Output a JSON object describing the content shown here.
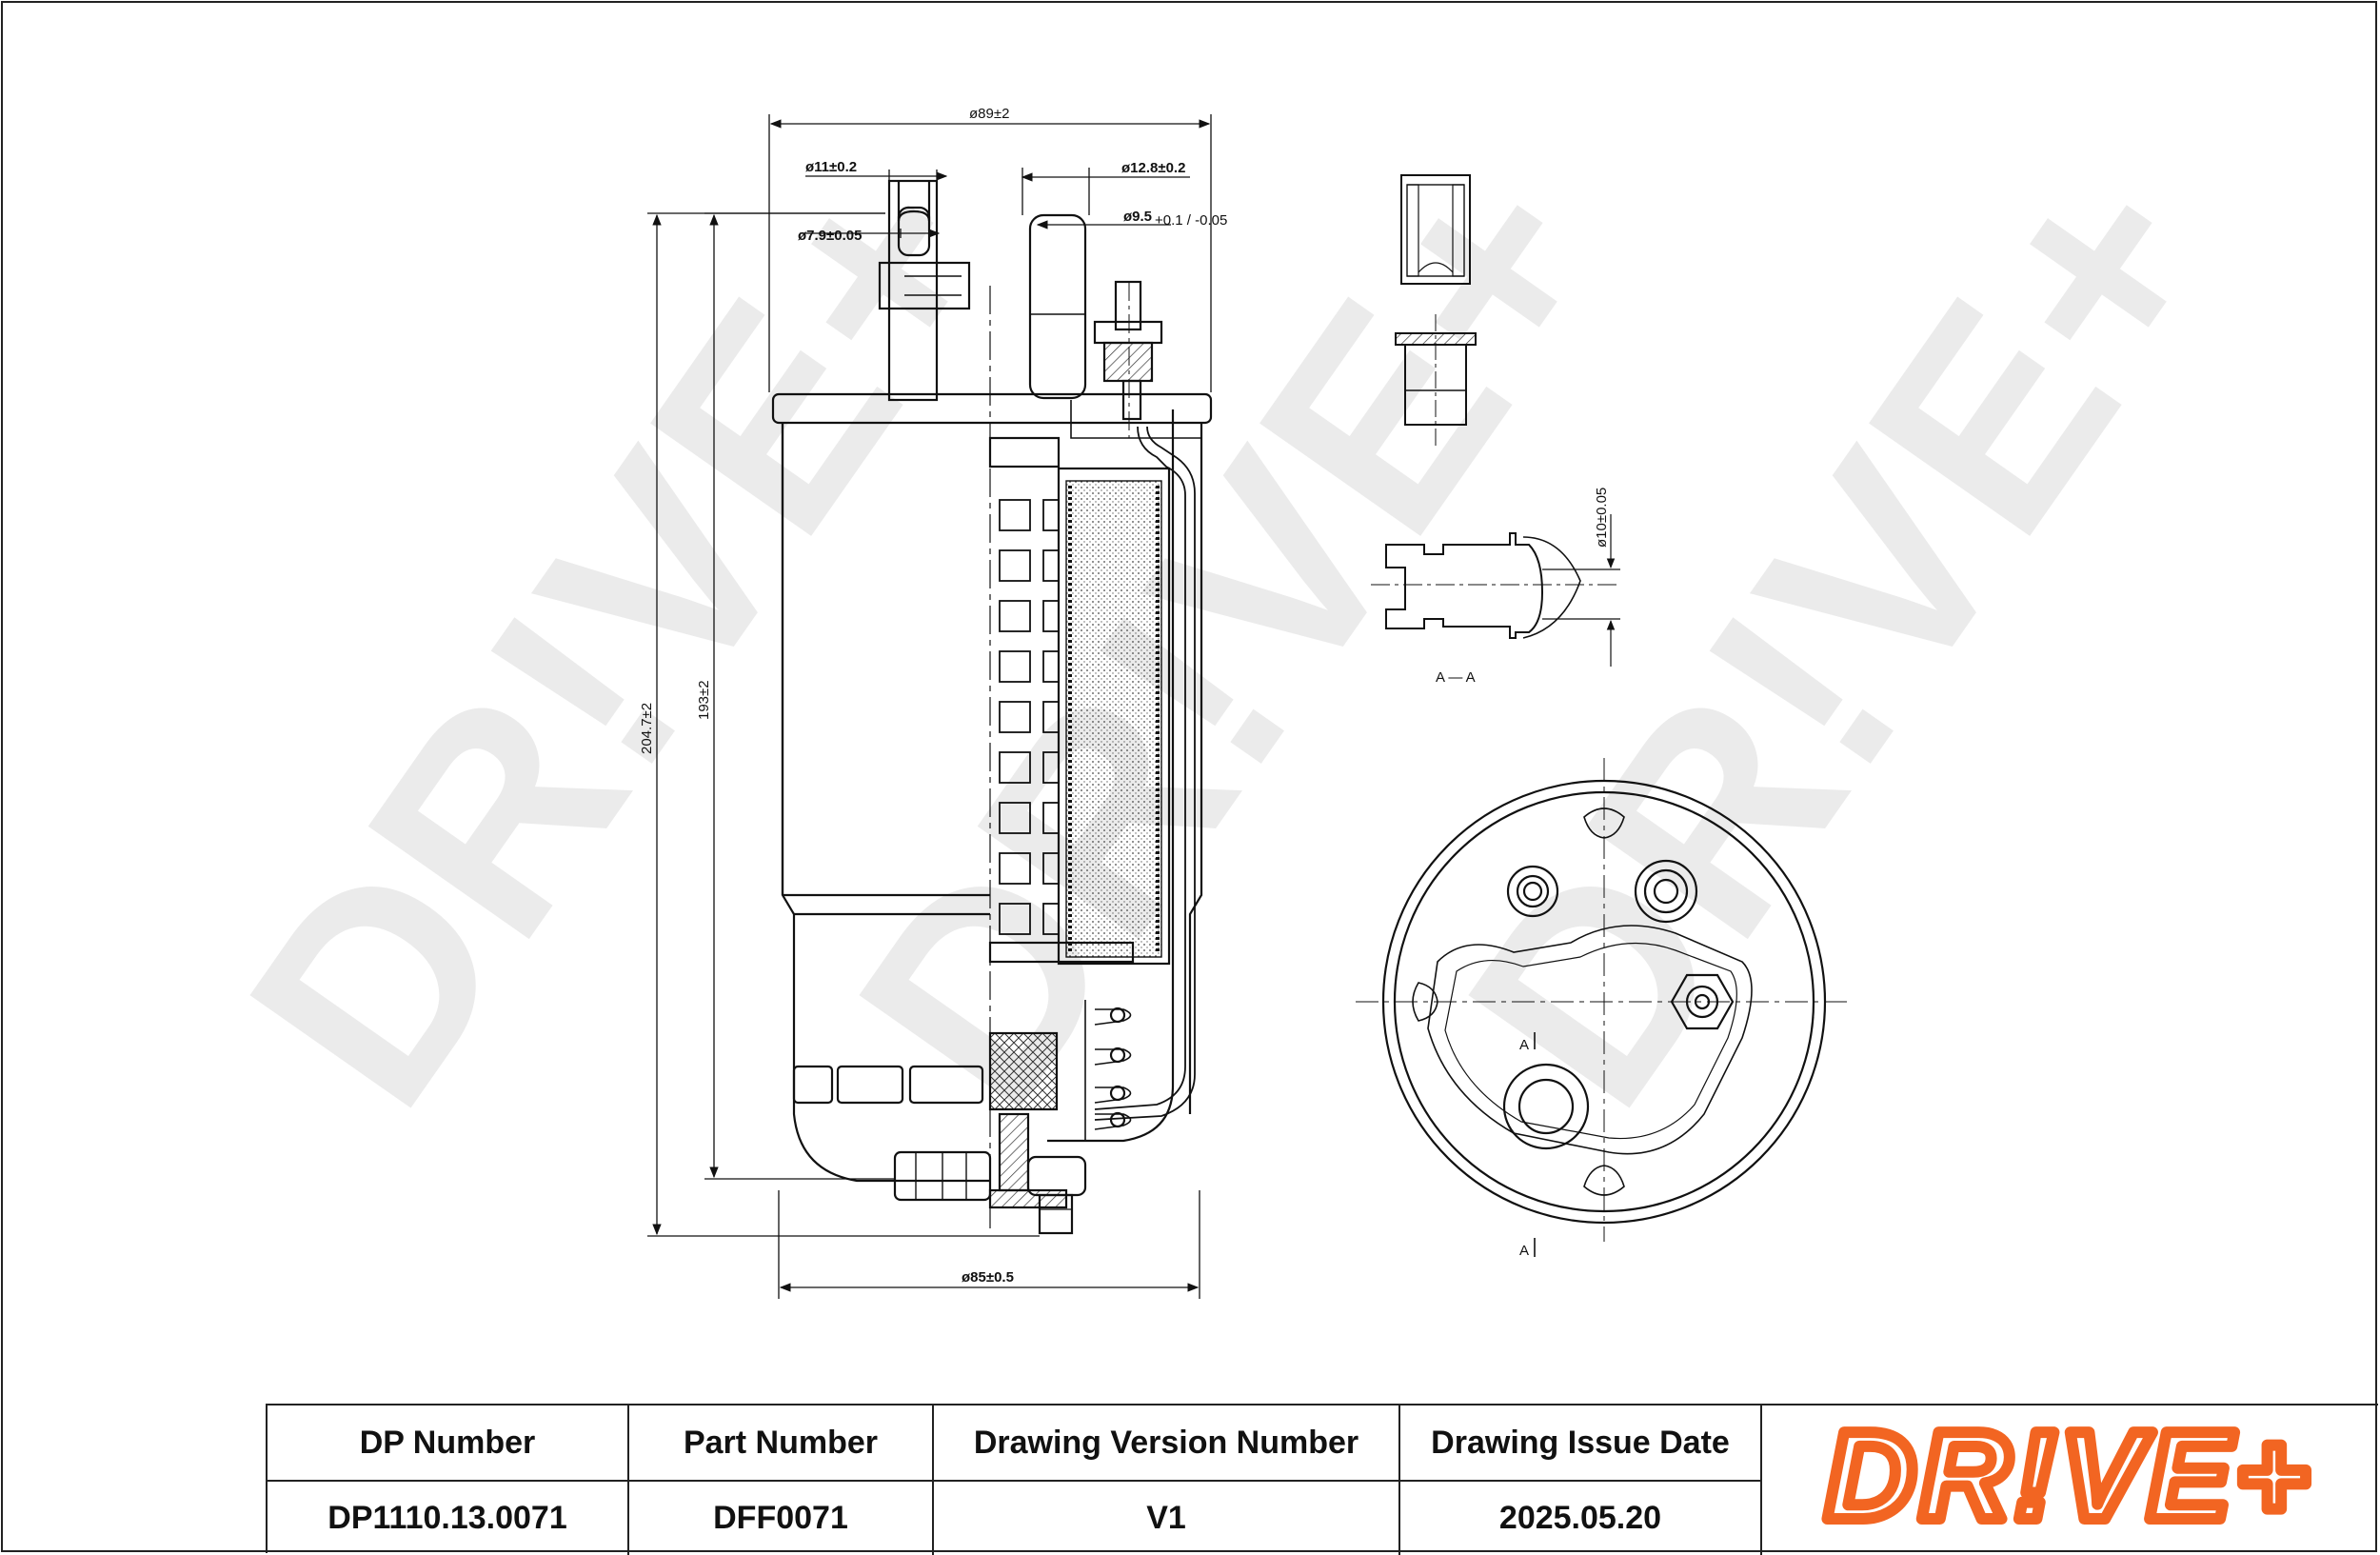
{
  "drawing": {
    "dimensions": {
      "outer_diameter": "ø89±2",
      "inlet_outer": "ø11±0.2",
      "inlet_inner": "ø7.9±0.05",
      "outlet_outer": "ø12.8±0.2",
      "outlet_inner": "ø9.5",
      "outlet_inner_tol": "+0.1 / -0.05",
      "total_height": "204.7±2",
      "body_height": "193±2",
      "base_diameter": "ø85±0.5",
      "connector_diameter": "ø10±0.05"
    },
    "section_label": "A — A",
    "section_marker_1": "A",
    "section_marker_2": "A",
    "watermark": "DR!VE+"
  },
  "title_block": {
    "dp_number_label": "DP Number",
    "part_number_label": "Part Number",
    "version_label": "Drawing Version Number",
    "date_label": "Drawing Issue Date",
    "dp_number": "DP1110.13.0071",
    "part_number": "DFF0071",
    "version": "V1",
    "issue_date": "2025.05.20",
    "logo_text": "DR!VE+",
    "logo_color": "#f26522"
  }
}
